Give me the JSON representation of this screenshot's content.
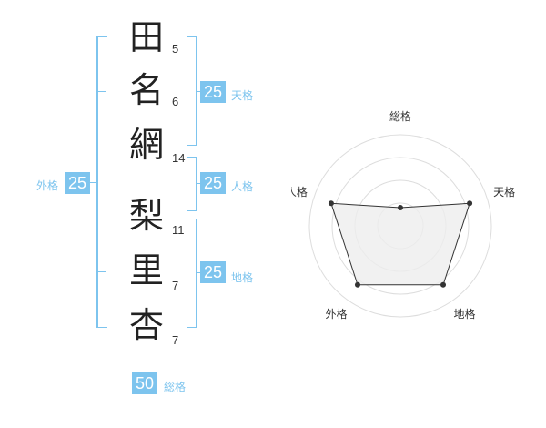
{
  "name_chars": [
    {
      "char": "田",
      "strokes": "5"
    },
    {
      "char": "名",
      "strokes": "6"
    },
    {
      "char": "網",
      "strokes": "14"
    },
    {
      "char": "梨",
      "strokes": "11"
    },
    {
      "char": "里",
      "strokes": "7"
    },
    {
      "char": "杏",
      "strokes": "7"
    }
  ],
  "kaku": {
    "tenkaku": {
      "label": "天格",
      "value": "25"
    },
    "jinkaku": {
      "label": "人格",
      "value": "25"
    },
    "chikaku": {
      "label": "地格",
      "value": "25"
    },
    "gaikaku": {
      "label": "外格",
      "value": "25"
    },
    "soukaku": {
      "label": "総格",
      "value": "50"
    }
  },
  "chart_data": {
    "type": "radar",
    "axes": [
      "総格",
      "天格",
      "地格",
      "外格",
      "人格"
    ],
    "values": [
      1,
      4,
      4,
      4,
      4
    ],
    "rmax": 5,
    "rings": 4,
    "fill": "#eeeeee",
    "line": "#333333",
    "grid": "#dddddd"
  },
  "colors": {
    "accent": "#7dc4ee"
  }
}
